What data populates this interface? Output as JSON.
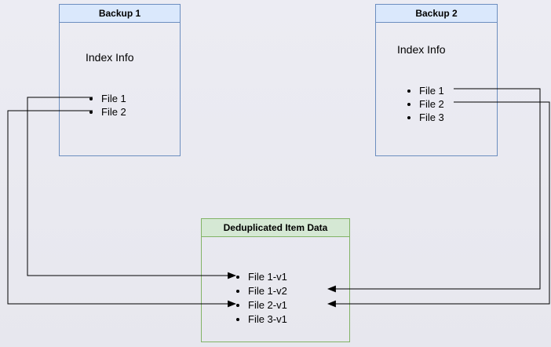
{
  "backup1": {
    "title": "Backup 1",
    "index_label": "Index Info",
    "files": [
      "File 1",
      "File 2"
    ]
  },
  "backup2": {
    "title": "Backup 2",
    "index_label": "Index Info",
    "files": [
      "File 1",
      "File 2",
      "File 3"
    ]
  },
  "dedup": {
    "title": "Deduplicated Item Data",
    "items": [
      "File 1-v1",
      "File 1-v2",
      "File 2-v1",
      "File 3-v1"
    ]
  },
  "connections": [
    {
      "from": "Backup 1 / File 1",
      "to": "File 1-v1"
    },
    {
      "from": "Backup 1 / File 2",
      "to": "File 2-v1"
    },
    {
      "from": "Backup 2 / File 1",
      "to": "File 1-v2"
    },
    {
      "from": "Backup 2 / File 2",
      "to": "File 2-v1"
    }
  ],
  "colors": {
    "backup_header_fill": "#dae8fc",
    "backup_border": "#6c8ebf",
    "dedup_header_fill": "#d5e8d4",
    "dedup_border": "#82b366",
    "arrow": "#000000",
    "background": "#e9e9f0"
  }
}
